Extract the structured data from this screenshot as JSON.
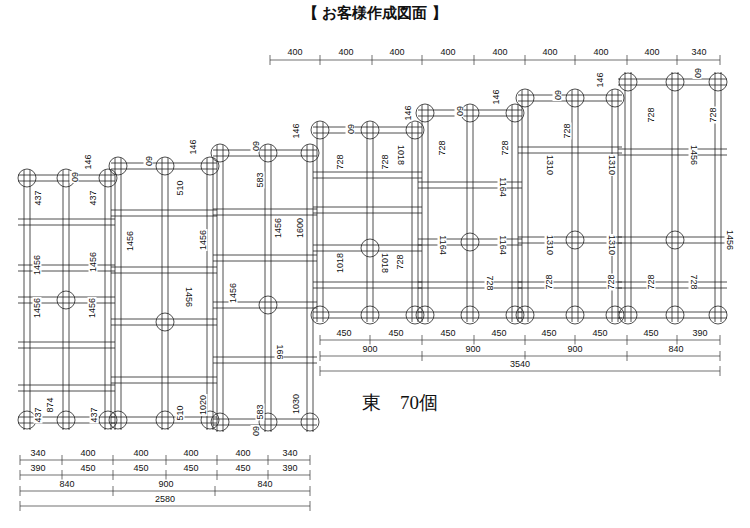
{
  "diagram": {
    "title": "【 お客様作成図面 】",
    "labels": [
      "400",
      "400",
      "400",
      "400",
      "400",
      "400",
      "400",
      "400",
      "340",
      "146",
      "60",
      "146",
      "60",
      "146",
      "60",
      "146",
      "60",
      "146",
      "60",
      "146",
      "60",
      "60",
      "728",
      "728",
      "728",
      "728",
      "728",
      "1456",
      "728",
      "728",
      "1018",
      "1310",
      "1310",
      "1164",
      "1164",
      "1164",
      "1310",
      "1310",
      "1456",
      "1018",
      "1018",
      "728",
      "728",
      "728",
      "728",
      "728",
      "728",
      "437",
      "437",
      "510",
      "583",
      "1456",
      "1600",
      "1456",
      "1456",
      "1456",
      "1456",
      "1456",
      "1456",
      "1456",
      "1456",
      "166",
      "1020",
      "1030",
      "874",
      "437",
      "437",
      "510",
      "583",
      "60",
      "東　70個",
      "450",
      "450",
      "450",
      "450",
      "450",
      "450",
      "450",
      "390",
      "900",
      "900",
      "900",
      "840",
      "3540",
      "340",
      "400",
      "400",
      "400",
      "400",
      "340",
      "390",
      "450",
      "450",
      "450",
      "450",
      "390",
      "840",
      "900",
      "840",
      "2580"
    ]
  }
}
